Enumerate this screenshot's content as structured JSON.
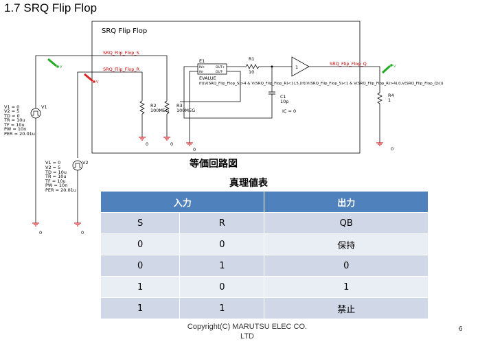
{
  "page": {
    "title": "1.7 SRQ Flip Flop",
    "circuit_caption": "等価回路図",
    "truth_caption": "真理値表",
    "copyright_line1": "Copyright(C) MARUTSU ELEC CO.",
    "copyright_line2": "LTD",
    "page_number": "6"
  },
  "schematic": {
    "block_title": "SRQ Flip Flop",
    "net_s": "SRQ_Flip_Flop_S",
    "net_r": "SRQ_Flip_Flop_R",
    "net_q": "SRQ_Flip_Flop_Q",
    "v1": {
      "name": "V1",
      "params": [
        "V1 = 0",
        "V2 = 5",
        "TD = 0",
        "TR = 10u",
        "TF = 10u",
        "PW = 10n",
        "PER = 20.01u"
      ]
    },
    "v2": {
      "name": "V2",
      "params": [
        "V1 = 0",
        "V2 = 5",
        "TD = 10u",
        "TR = 10u",
        "TF = 10u",
        "PW = 10n",
        "PER = 20.01u"
      ]
    },
    "r1": {
      "name": "R1",
      "value": "10"
    },
    "r2": {
      "name": "R2",
      "value": "100MEG"
    },
    "r3": {
      "name": "R3",
      "value": "100MEG"
    },
    "r4": {
      "name": "R4",
      "value": "1"
    },
    "c1": {
      "name": "C1",
      "value": "10p",
      "ic": "IC = 0"
    },
    "e1": {
      "name": "E1",
      "type": "EVALUE",
      "pin_in_p": "IN+",
      "pin_in_n": "IN-",
      "pin_out_p": "OUT+",
      "pin_out_n": "OUT-",
      "expression": "if((V(SRQ_Flip_Flop_S)>4 & V(SRQ_Flip_Flop_R)<1),5,(if((V(SRQ_Flip_Flop_S)<1 & V(SRQ_Flip_Flop_R)>4),0,V(SRQ_Flip_Flop_Q))))"
    },
    "buffer_gain": "1",
    "ground_label": "0",
    "colors": {
      "net_label": "#cc0000",
      "probe_green": "#22aa22",
      "probe_red": "#dd2222",
      "wire": "#000000"
    }
  },
  "truth_table": {
    "header_input": "入力",
    "header_output": "出力",
    "col_s": "S",
    "col_r": "R",
    "col_qb": "QB",
    "rows": [
      {
        "s": "0",
        "r": "0",
        "qb": "保持"
      },
      {
        "s": "0",
        "r": "1",
        "qb": "0"
      },
      {
        "s": "1",
        "r": "0",
        "qb": "1"
      },
      {
        "s": "1",
        "r": "1",
        "qb": "禁止"
      }
    ],
    "colors": {
      "header": "#4f81bd",
      "row_odd": "#d0d8e8",
      "row_even": "#e9edf4"
    }
  }
}
